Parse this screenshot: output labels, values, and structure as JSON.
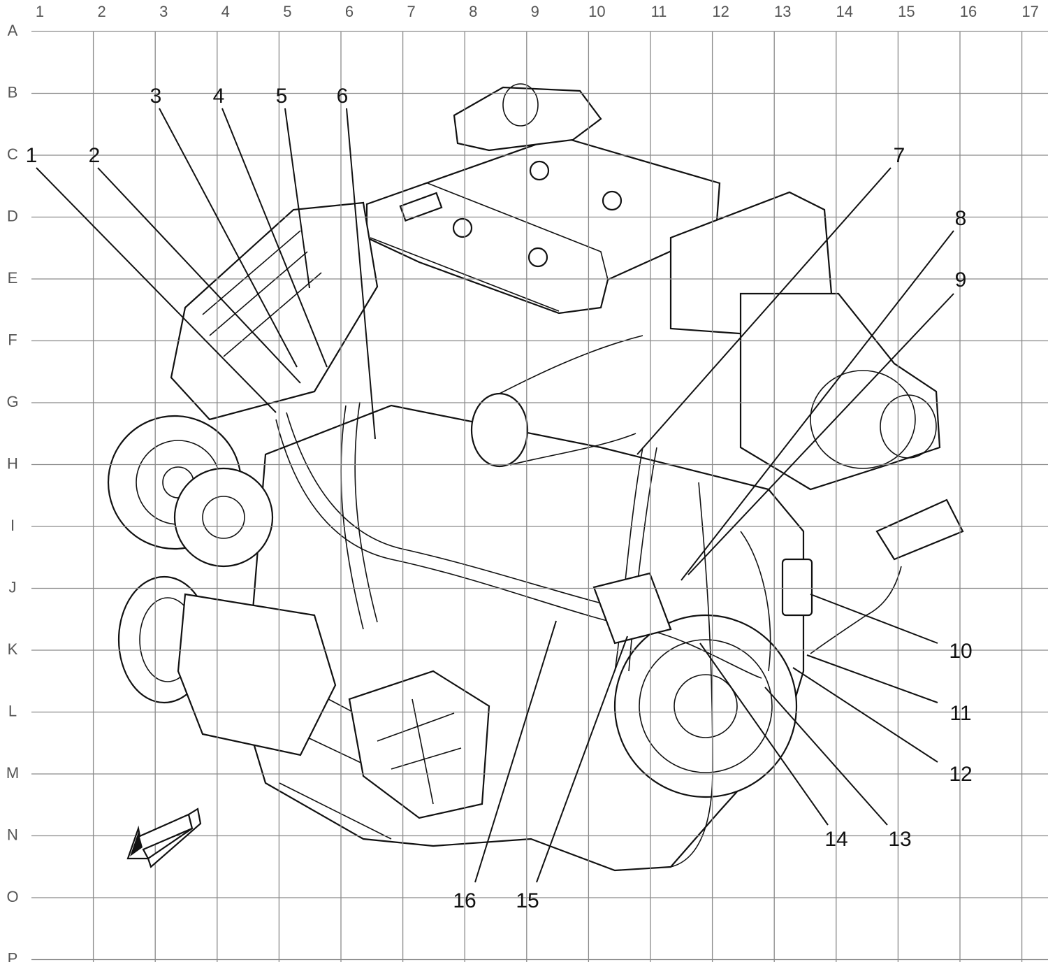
{
  "grid": {
    "columns": [
      "1",
      "2",
      "3",
      "4",
      "5",
      "6",
      "7",
      "8",
      "9",
      "10",
      "11",
      "12",
      "13",
      "14",
      "15",
      "16",
      "17"
    ],
    "rows": [
      "A",
      "B",
      "C",
      "D",
      "E",
      "F",
      "G",
      "H",
      "I",
      "J",
      "K",
      "L",
      "M",
      "N",
      "O",
      "P"
    ]
  },
  "callouts": [
    {
      "label": "1"
    },
    {
      "label": "2"
    },
    {
      "label": "3"
    },
    {
      "label": "4"
    },
    {
      "label": "5"
    },
    {
      "label": "6"
    },
    {
      "label": "7"
    },
    {
      "label": "8"
    },
    {
      "label": "9"
    },
    {
      "label": "10"
    },
    {
      "label": "11"
    },
    {
      "label": "12"
    },
    {
      "label": "13"
    },
    {
      "label": "14"
    },
    {
      "label": "15"
    },
    {
      "label": "16"
    }
  ],
  "colors": {
    "line": "#111111",
    "grid": "#8a8a8a",
    "label": "#555555",
    "background": "#ffffff"
  },
  "icons": {
    "direction": "front-direction-arrow-icon"
  }
}
